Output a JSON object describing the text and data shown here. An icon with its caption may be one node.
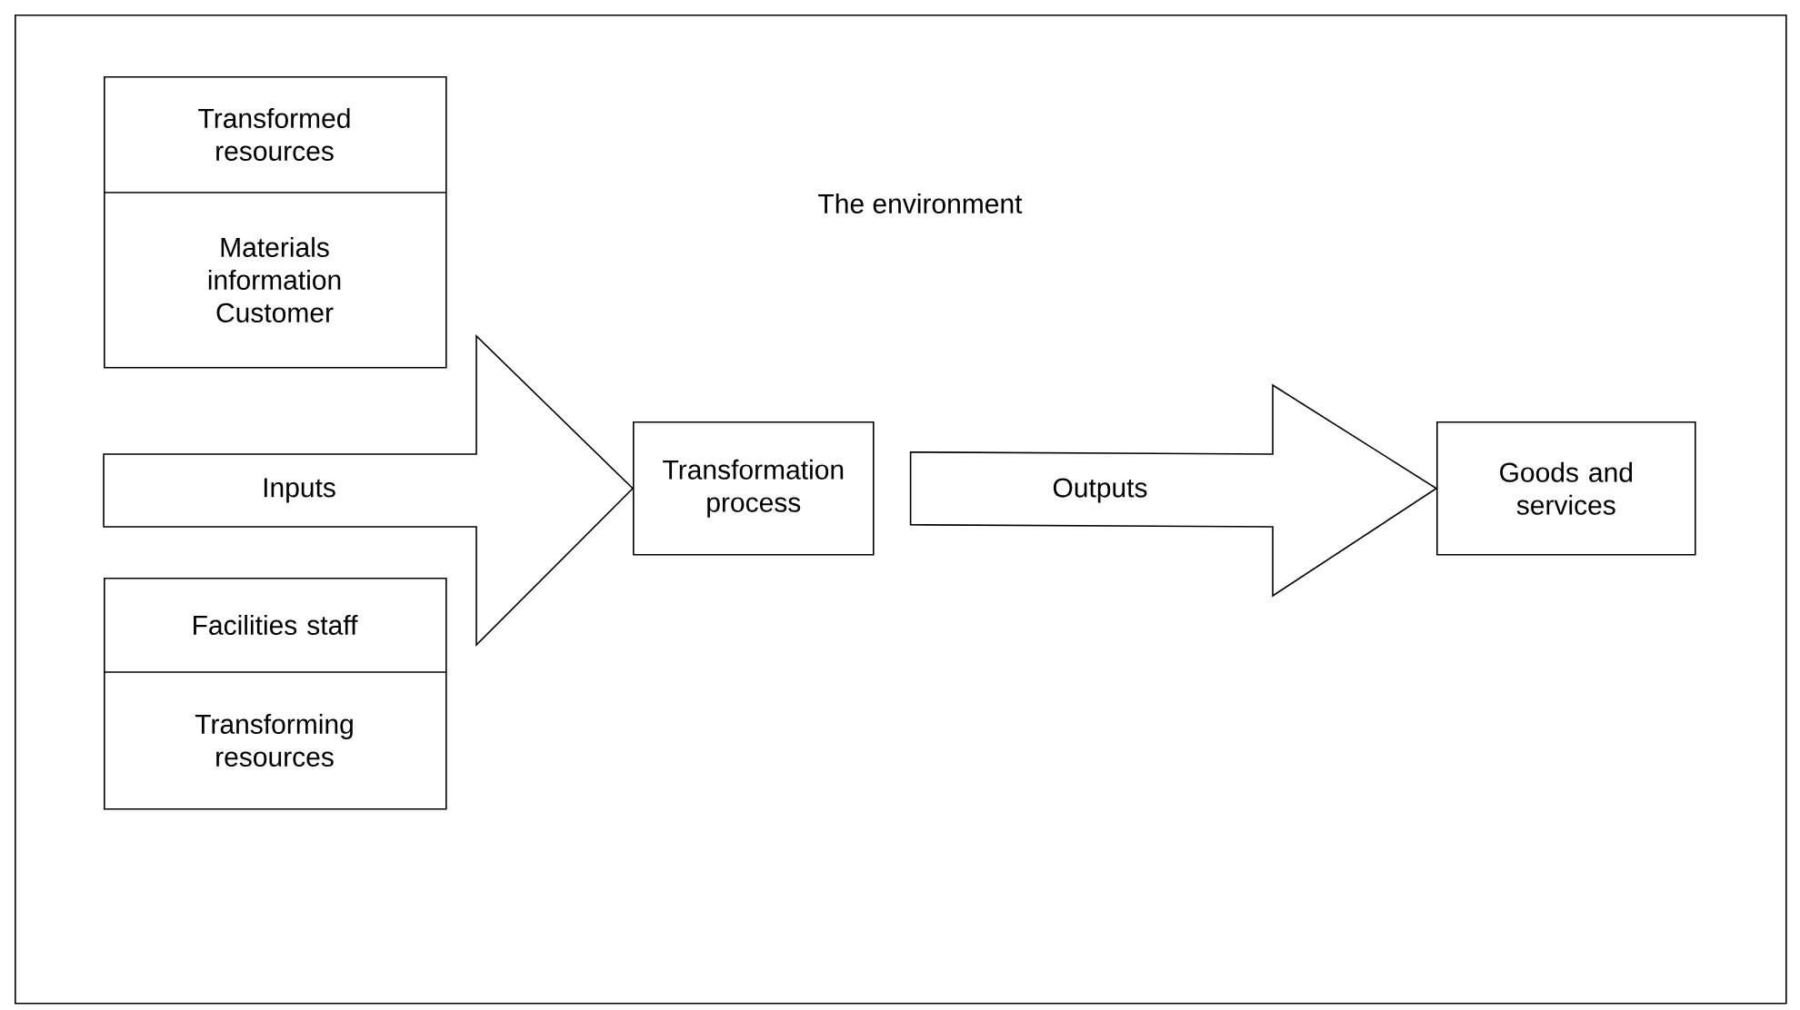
{
  "diagram": {
    "nodes": [
      {
        "text": [
          "The environment"
        ]
      },
      {
        "text": [
          "Transformed resources",
          "Materials information Customer"
        ],
        "in": 0
      },
      {
        "text": [
          "Facilities staff",
          "Transforming resources"
        ],
        "in": 0
      },
      {
        "text": [
          "Transformation process"
        ],
        "in": 0
      },
      {
        "text": [
          "Goods and services"
        ],
        "in": 0
      }
    ],
    "edges": [
      {
        "from": null,
        "to": 3,
        "arrow": "to",
        "label": "Inputs"
      },
      {
        "from": 3,
        "to": 4,
        "arrow": "to",
        "label": "Outputs"
      }
    ]
  }
}
